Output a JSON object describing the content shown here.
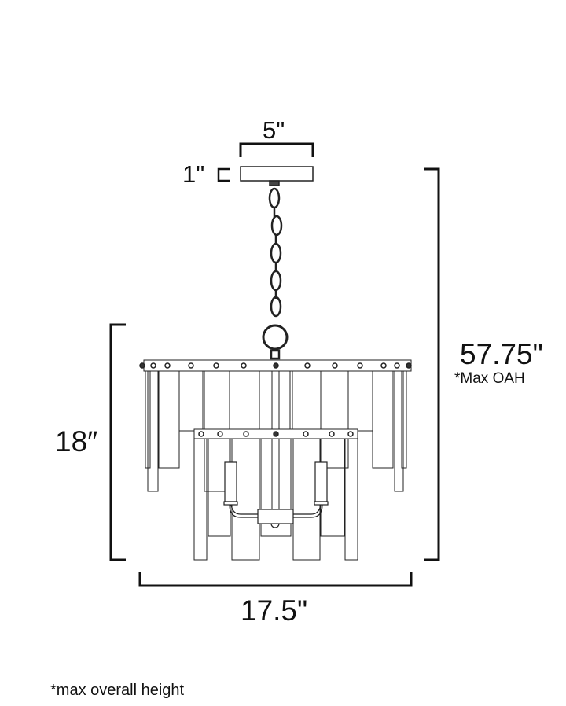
{
  "dimensions": {
    "canopy_width": "5\"",
    "canopy_height": "1\"",
    "max_overall_height": "57.75\"",
    "max_oah_note": "*Max OAH",
    "fixture_height": "18″",
    "fixture_width": "17.5\""
  },
  "footnote": "*max overall height"
}
